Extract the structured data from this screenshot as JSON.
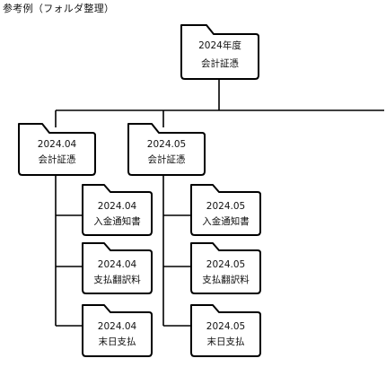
{
  "caption": "参考例（フォルダ整理）",
  "folders": {
    "root": {
      "year": "2024年度",
      "name": "会計証憑"
    },
    "apr": {
      "year": "2024.04",
      "name": "会計証憑"
    },
    "may": {
      "year": "2024.05",
      "name": "会計証憑"
    },
    "apr_deposit": {
      "year": "2024.04",
      "name": "入金通知書"
    },
    "apr_payment": {
      "year": "2024.04",
      "name": "支払翻訳料"
    },
    "apr_month_end": {
      "year": "2024.04",
      "name": "末日支払"
    },
    "may_deposit": {
      "year": "2024.05",
      "name": "入金通知書"
    },
    "may_payment": {
      "year": "2024.05",
      "name": "支払翻訳料"
    },
    "may_month_end": {
      "year": "2024.05",
      "name": "末日支払"
    }
  }
}
